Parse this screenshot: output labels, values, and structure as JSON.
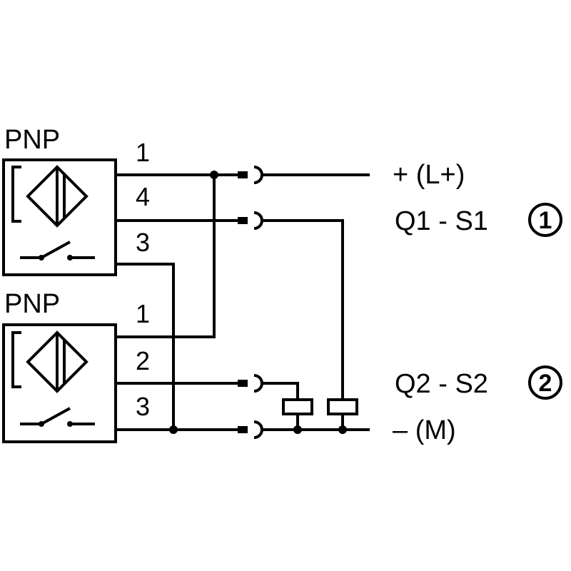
{
  "sensors": [
    {
      "type_label": "PNP",
      "pins": [
        "1",
        "4",
        "3"
      ]
    },
    {
      "type_label": "PNP",
      "pins": [
        "1",
        "2",
        "3"
      ]
    }
  ],
  "terminals": {
    "supply_plus": "+ (L+)",
    "output_1": "Q1 - S1",
    "output_2": "Q2 - S2",
    "supply_minus": "– (M)"
  },
  "markers": {
    "one": "1",
    "two": "2"
  }
}
